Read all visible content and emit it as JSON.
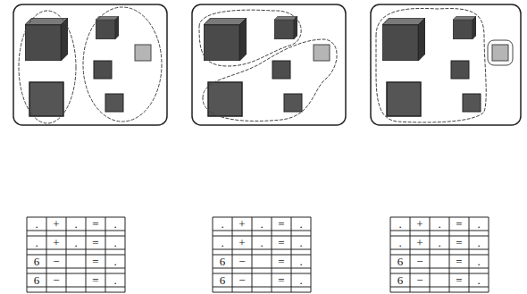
{
  "diagram": {
    "labels": [
      ".",
      "+",
      ".",
      "=",
      ".",
      ".",
      "+",
      ".",
      "=",
      ".",
      "6",
      "−",
      "=",
      ".",
      "6",
      "−",
      "=",
      ".",
      ".",
      "+",
      ".",
      "=",
      ".",
      ".",
      "+",
      ".",
      "=",
      ".",
      "6",
      "−",
      "=",
      ".",
      "6",
      "−",
      "=",
      ".",
      ".",
      "+",
      ".",
      "=",
      ".",
      ".",
      "+",
      ".",
      "=",
      ".",
      "6",
      "−",
      "=",
      ".",
      "6",
      "−",
      "=",
      "."
    ]
  }
}
